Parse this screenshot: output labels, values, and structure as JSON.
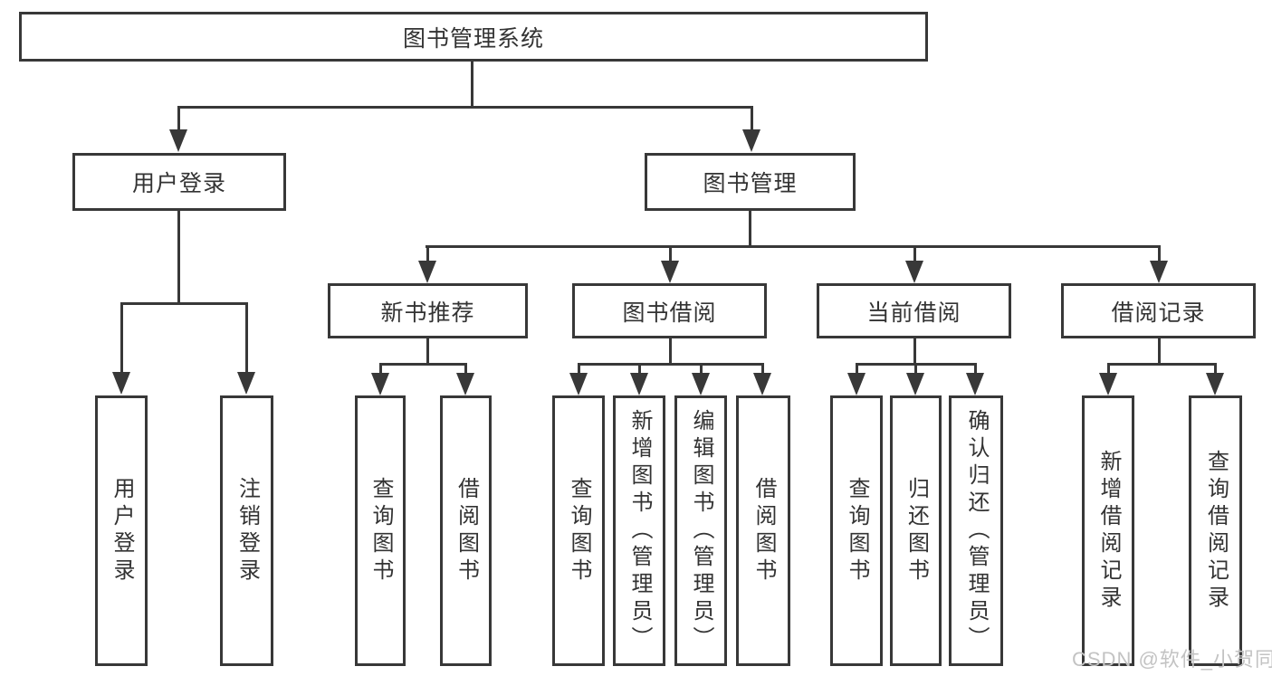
{
  "tree": {
    "root": "图书管理系统",
    "children": [
      {
        "label": "用户登录",
        "children": [
          "用户登录",
          "注销登录"
        ]
      },
      {
        "label": "图书管理",
        "children": [
          {
            "label": "新书推荐",
            "children": [
              "查询图书",
              "借阅图书"
            ]
          },
          {
            "label": "图书借阅",
            "children": [
              "查询图书",
              "新增图书（管理员）",
              "编辑图书（管理员）",
              "借阅图书"
            ]
          },
          {
            "label": "当前借阅",
            "children": [
              "查询图书",
              "归还图书",
              "确认归还（管理员）"
            ]
          },
          {
            "label": "借阅记录",
            "children": [
              "新增借阅记录",
              "查询借阅记录"
            ]
          }
        ]
      }
    ]
  },
  "watermark": {
    "text": "CSDN @软件_小贺同学"
  },
  "colors": {
    "line": "#383838",
    "text": "#333333",
    "watermark": "#c3c3c3",
    "background": "#ffffff"
  }
}
